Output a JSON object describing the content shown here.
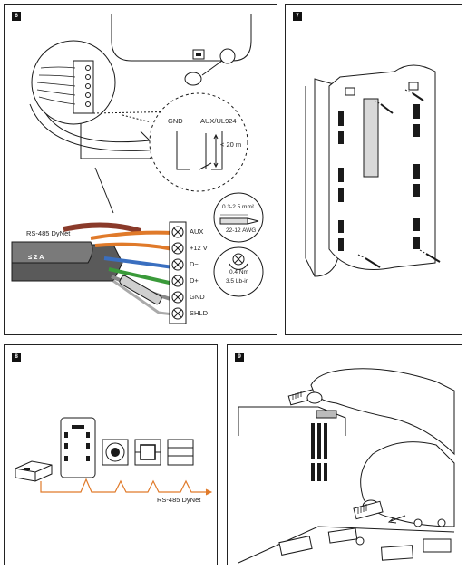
{
  "steps": [
    {
      "number": "6"
    },
    {
      "number": "7"
    },
    {
      "number": "8"
    },
    {
      "number": "9"
    }
  ],
  "step6": {
    "gnd": "GND",
    "aux_ul924": "AUX/UL924",
    "distance": "< 20 m",
    "rs485": "RS-485 DyNet",
    "current": "≤ 2 A",
    "wire_size_mm": "0.3-2.5 mm²",
    "wire_size_awg": "22-12 AWG",
    "torque_nm": "0.4 Nm",
    "torque_lbin": "3.5 Lb-in",
    "terminals": [
      "AUX",
      "+12 V",
      "D−",
      "D+",
      "GND",
      "SHLD"
    ]
  },
  "step8": {
    "network_label": "RS-485 DyNet"
  },
  "colors": {
    "outline": "#1a1a1a",
    "orange_wire": "#e07a2a",
    "green_wire": "#3a9a3a",
    "blue_wire": "#3a6fc0",
    "brown_wire": "#8a3a2a",
    "cable_grey": "#555555",
    "dynet_line": "#e07a2a"
  }
}
